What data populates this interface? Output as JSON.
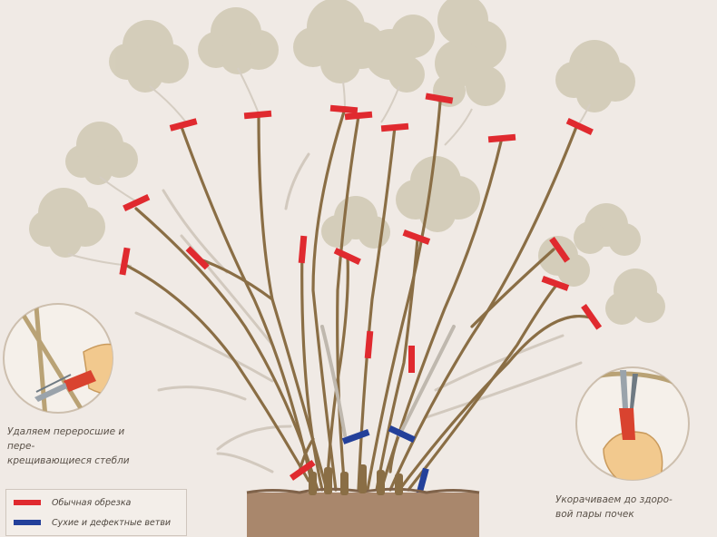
{
  "captions": {
    "left": "Удаляем переросшие и пере-\nкрещивающиеся стебли",
    "left_line1": "Удаляем переросшие и пере-",
    "left_line2": "крещивающиеся стебли",
    "right_line1": "Укорачиваем до здоро-",
    "right_line2": "вой пары почек"
  },
  "legend": {
    "items": [
      {
        "label": "Обычная обрезка",
        "color": "#e02a2f"
      },
      {
        "label": "Сухие и дефектные ветви",
        "color": "#23409a"
      }
    ]
  },
  "colors": {
    "background": "#f0eae5",
    "branch": "#8a6e45",
    "faded_branch": "#cfc6bb",
    "flower": "#d2cbb7",
    "soil": "#a9876c",
    "cut_normal": "#e02a2f",
    "cut_dead": "#23409a",
    "skin": "#f2c98e",
    "pruner_red": "#d9432f"
  },
  "icons": [
    "hand-pruner-icon-left",
    "hand-pruner-icon-right"
  ]
}
